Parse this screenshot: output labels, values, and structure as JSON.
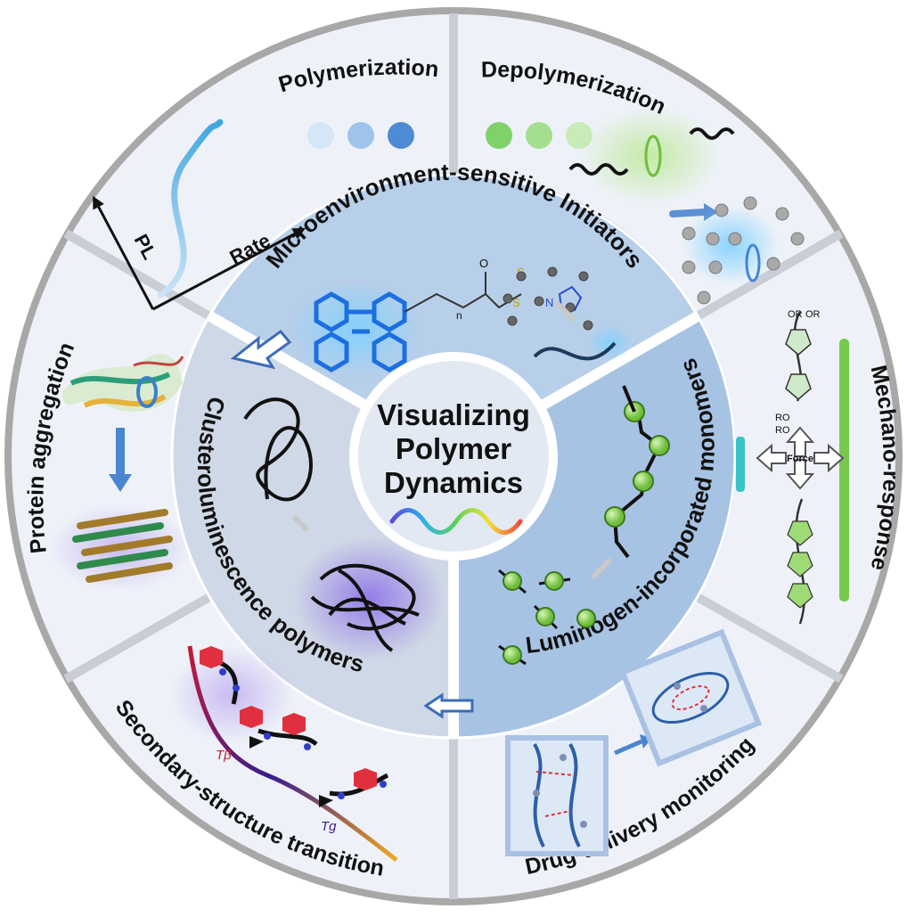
{
  "center": {
    "line1": "Visualizing",
    "line2": "Polymer",
    "line3": "Dynamics"
  },
  "inner_sectors": {
    "initiators": "Microenvironment-sensitive Initiators",
    "monomers": "Luminogen-incorporated monomers",
    "clusteroluminescence": "Clusteroluminescence polymers"
  },
  "outer_sectors": {
    "polymerization": "Polymerization",
    "depolymerization": "Depolymerization",
    "mechano": "Mechano-response",
    "drug_delivery": "Drug-delivery monitoring",
    "secondary": "Secondary-structure transition",
    "protein": "Protein aggregation"
  },
  "plot_labels": {
    "ylabel": "PL",
    "xlabel": "Rate"
  },
  "chem_labels": {
    "force": "Force",
    "n": "n",
    "O": "O",
    "S": "S",
    "N": "N",
    "OR": "OR",
    "RO": "RO",
    "T_beta": "Tβ",
    "T_g": "Tg"
  },
  "colors": {
    "outer_ring": "#eef2f8",
    "ring_border": "#a8a8a8",
    "initiator_sector": "#b7cfe9",
    "monomer_sector": "#a7c3e4",
    "cluster_sector": "#cfd8e6",
    "accent_blue": "#2f6cc4",
    "accent_green": "#8fd46c"
  }
}
